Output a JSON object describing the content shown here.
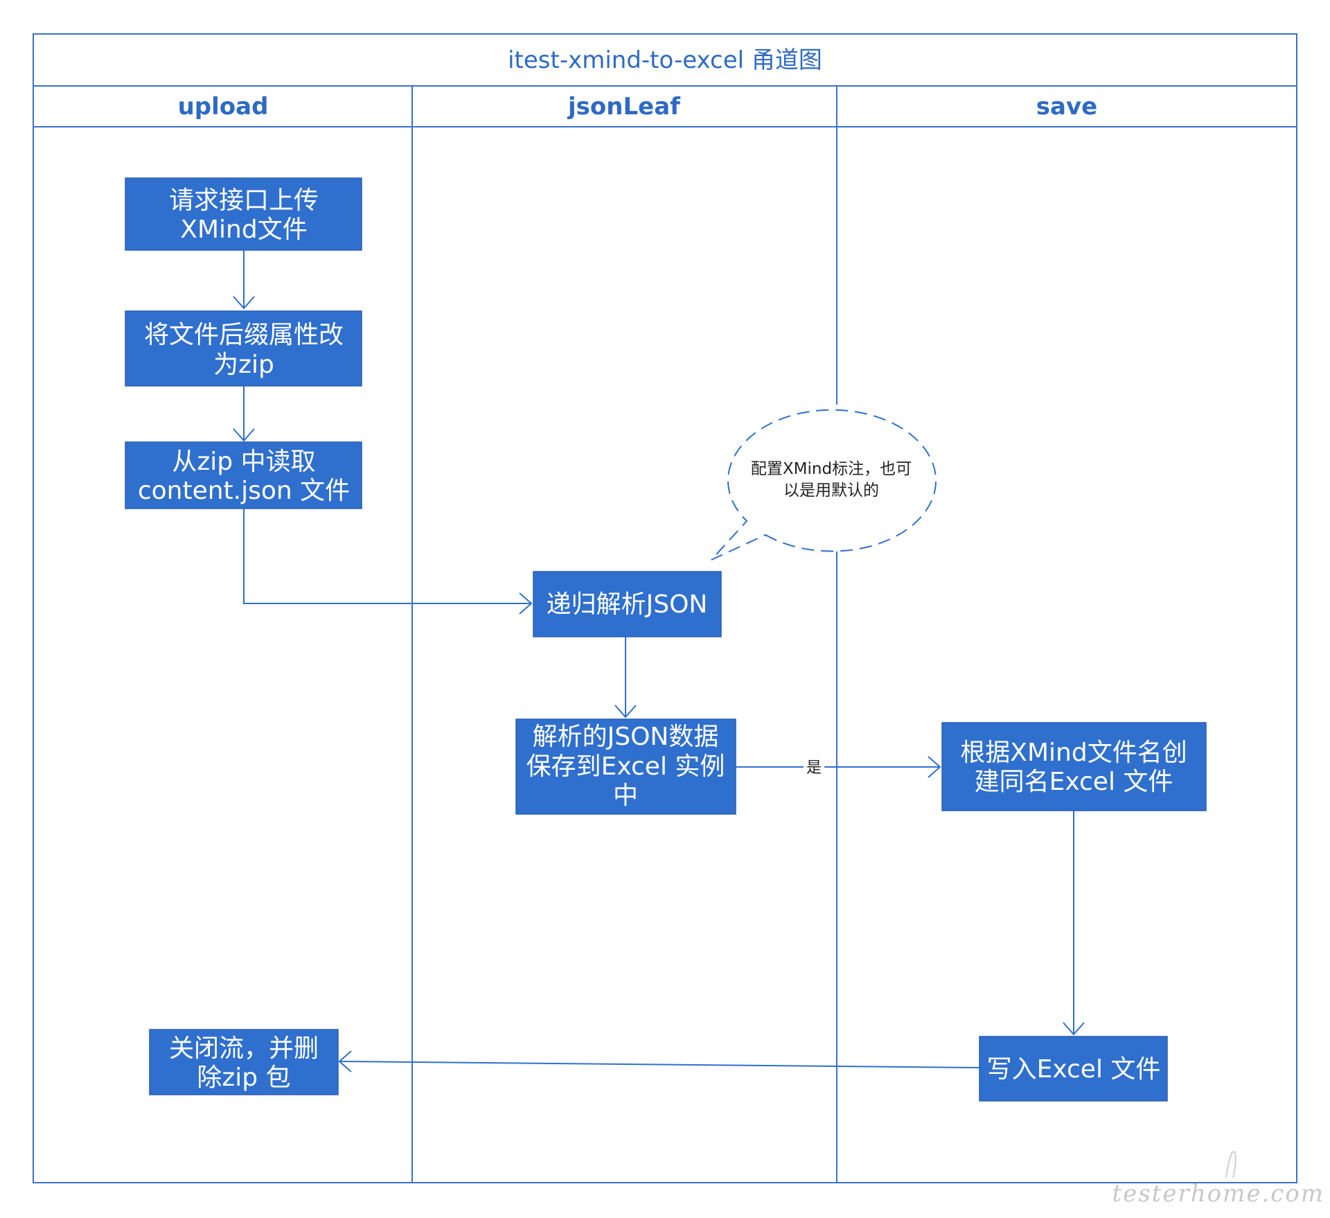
{
  "title": "itest-xmind-to-excel 甬道图",
  "lanes": [
    "upload",
    "jsonLeaf",
    "save"
  ],
  "colors": {
    "lane_border": "#3a72c8",
    "box_fill": "#2f6fce",
    "box_text": "#ffffff",
    "header_text": "#2e6ac4"
  },
  "nodes": {
    "upload_request": [
      "请求接口上传",
      "XMind文件"
    ],
    "rename_zip": [
      "将文件后缀属性改",
      "为zip"
    ],
    "read_content": [
      "从zip 中读取",
      "content.json 文件"
    ],
    "recursive_parse": [
      "递归解析JSON"
    ],
    "save_instance": [
      "解析的JSON数据",
      "保存到Excel 实例",
      "中"
    ],
    "create_excel": [
      "根据XMind文件名创",
      "建同名Excel 文件"
    ],
    "write_excel": [
      "写入Excel 文件"
    ],
    "close_stream": [
      "关闭流，并删",
      "除zip 包"
    ]
  },
  "note": [
    "配置XMind标注，也可",
    "以是用默认的"
  ],
  "edge_labels": {
    "save_to_create": "是"
  },
  "watermark": "testerhome.com"
}
